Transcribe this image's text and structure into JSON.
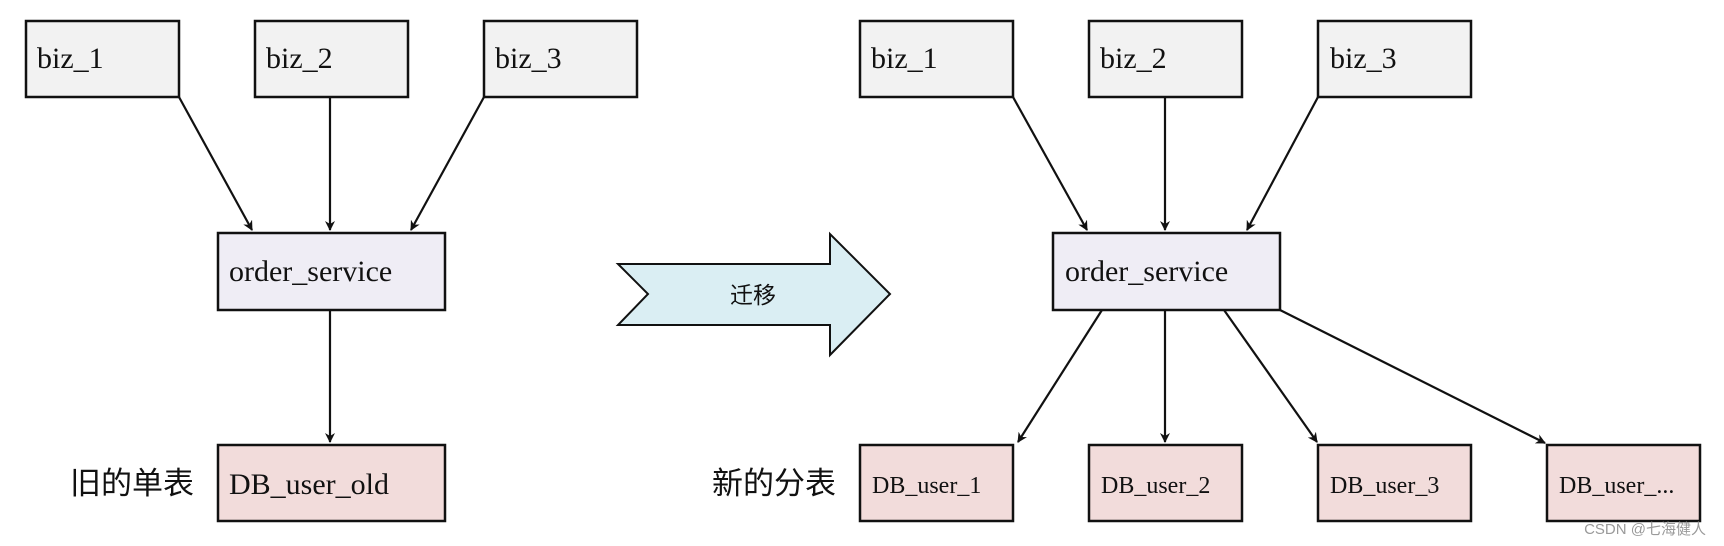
{
  "colors": {
    "biz_fill": "#f2f2f2",
    "service_fill": "#efedf5",
    "db_fill": "#f2dcdb",
    "arrow_fill": "#daeef3",
    "stroke": "#111111"
  },
  "old": {
    "biz": [
      "biz_1",
      "biz_2",
      "biz_3"
    ],
    "service": "order_service",
    "db": "DB_user_old",
    "caption": "旧的单表"
  },
  "migration_label": "迁移",
  "new": {
    "biz": [
      "biz_1",
      "biz_2",
      "biz_3"
    ],
    "service": "order_service",
    "dbs": [
      "DB_user_1",
      "DB_user_2",
      "DB_user_3",
      "DB_user_..."
    ],
    "caption": "新的分表"
  },
  "watermark": "CSDN @七海健人"
}
